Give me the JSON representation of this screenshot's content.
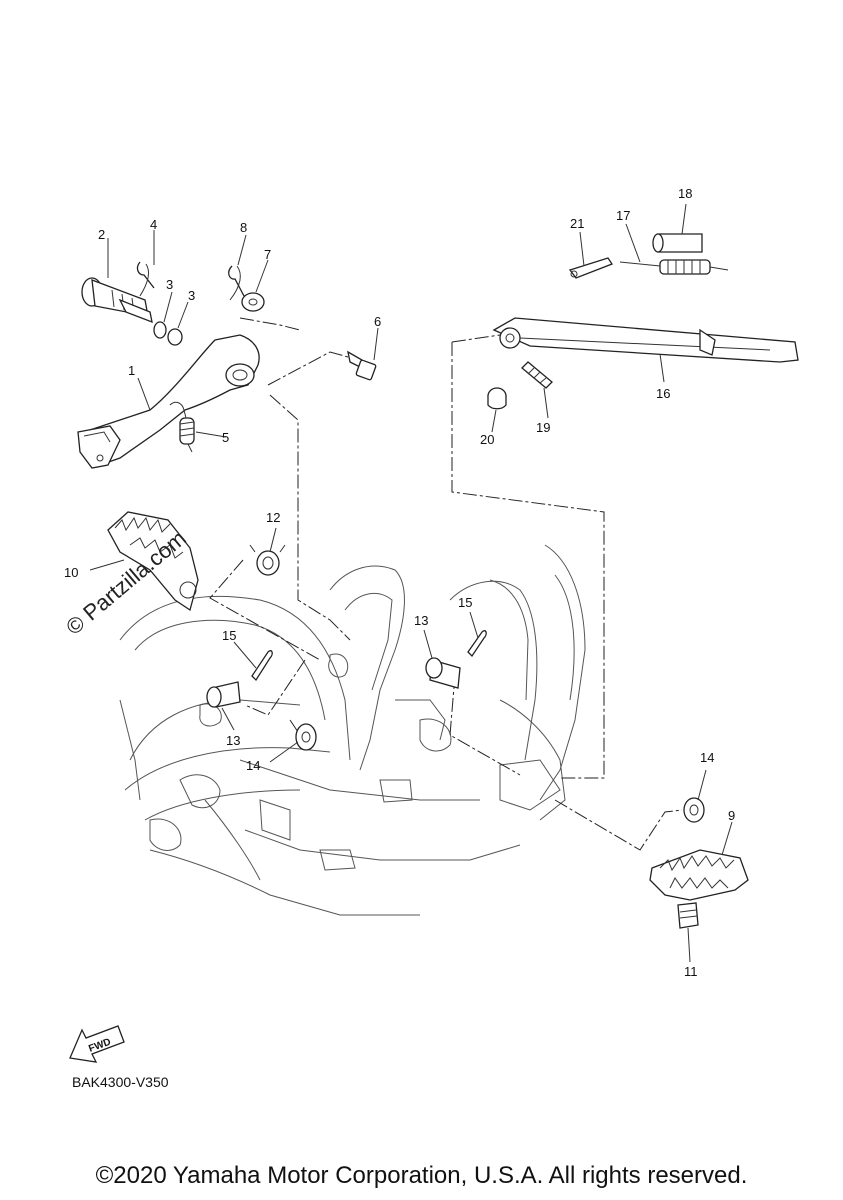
{
  "callouts": {
    "c1": "1",
    "c2": "2",
    "c3a": "3",
    "c3b": "3",
    "c4": "4",
    "c5": "5",
    "c6": "6",
    "c7": "7",
    "c8": "8",
    "c9": "9",
    "c10": "10",
    "c11": "11",
    "c12": "12",
    "c13a": "13",
    "c13b": "13",
    "c14a": "14",
    "c14b": "14",
    "c15a": "15",
    "c15b": "15",
    "c16": "16",
    "c17": "17",
    "c18": "18",
    "c19": "19",
    "c20": "20",
    "c21": "21"
  },
  "watermark": "© Partzilla.com",
  "fwd_label": "FWD",
  "diagram_code": "BAK4300-V350",
  "copyright": "©2020 Yamaha Motor Corporation, U.S.A. All rights reserved."
}
